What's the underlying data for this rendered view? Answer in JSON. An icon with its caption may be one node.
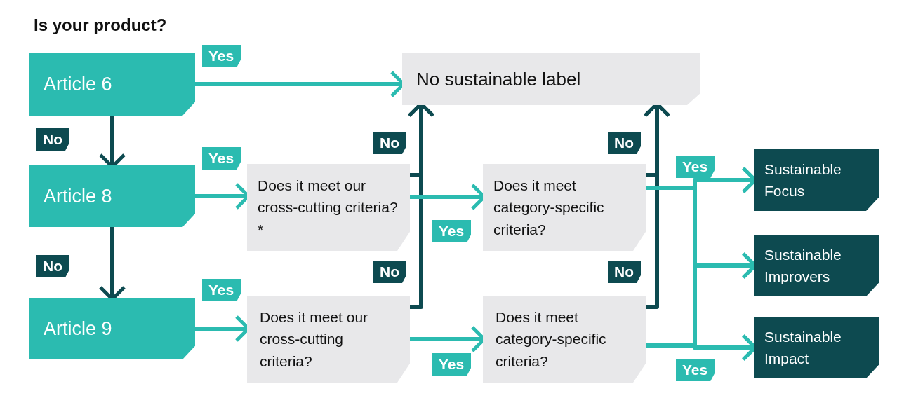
{
  "diagram": {
    "title": "Is your product?",
    "nodes": [
      {
        "text": [
          "Article 6"
        ]
      },
      {
        "text": [
          "No sustainable label"
        ]
      },
      {
        "text": [
          "Article 8"
        ]
      },
      {
        "text": [
          "Does it meet our cross-cutting criteria?*"
        ]
      },
      {
        "text": [
          "Does it meet category-specific criteria?"
        ]
      },
      {
        "text": [
          "Sustainable Focus"
        ]
      },
      {
        "text": [
          "Sustainable Improvers"
        ]
      },
      {
        "text": [
          "Article 9"
        ]
      },
      {
        "text": [
          "Does it meet our cross-cutting criteria?"
        ]
      },
      {
        "text": [
          "Does it meet category-specific criteria?"
        ]
      },
      {
        "text": [
          "Sustainable Impact"
        ]
      }
    ],
    "edges": [
      {
        "from": 0,
        "to": 1,
        "arrow": "to",
        "label": "Yes"
      },
      {
        "from": 0,
        "to": 2,
        "arrow": "to",
        "label": "No",
        "color": "#0d4a50"
      },
      {
        "from": 2,
        "to": 3,
        "arrow": "to",
        "label": "Yes"
      },
      {
        "from": 2,
        "to": 7,
        "arrow": "to",
        "label": "No",
        "color": "#0d4a50"
      },
      {
        "from": 7,
        "to": 8,
        "arrow": "to",
        "label": "Yes"
      },
      {
        "from": 3,
        "to": 1,
        "arrow": "to",
        "label": "No",
        "color": "#0d4a50"
      },
      {
        "from": 8,
        "to": 1,
        "arrow": "to",
        "label": "No",
        "color": "#0d4a50"
      },
      {
        "from": 3,
        "to": 4,
        "arrow": "to",
        "label": "Yes"
      },
      {
        "from": 8,
        "to": 9,
        "arrow": "to",
        "label": "Yes"
      },
      {
        "from": 4,
        "to": 1,
        "arrow": "to",
        "label": "No",
        "color": "#0d4a50"
      },
      {
        "from": 9,
        "to": 1,
        "arrow": "to",
        "label": "No",
        "color": "#0d4a50"
      },
      {
        "from": 4,
        "to": 5,
        "arrow": "to",
        "label": "Yes"
      },
      {
        "from": 4,
        "to": 6,
        "arrow": "to"
      },
      {
        "from": 4,
        "to": 10,
        "arrow": "to"
      },
      {
        "from": 9,
        "to": 5,
        "arrow": "to"
      },
      {
        "from": 9,
        "to": 6,
        "arrow": "to"
      },
      {
        "from": 9,
        "to": 10,
        "arrow": "to",
        "label": "Yes"
      }
    ]
  }
}
